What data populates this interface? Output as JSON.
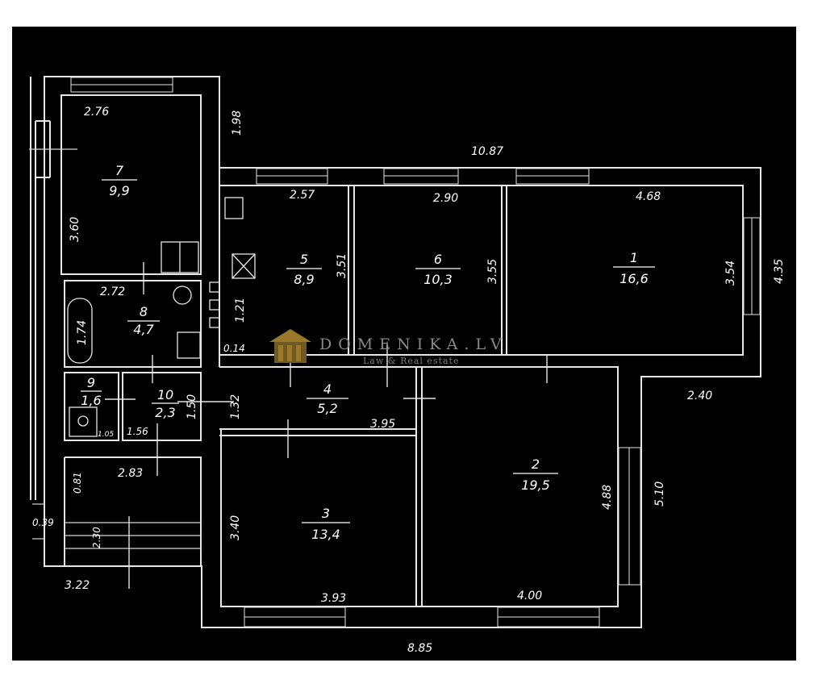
{
  "colors": {
    "background": "#000000",
    "lines": "#e6e6e6",
    "page": "#ffffff",
    "watermark": "#8a8a8a",
    "logo": "#9a7a2a"
  },
  "watermark": {
    "title": "DOMENIKA.LV",
    "subtitle": "Law & Real estate"
  },
  "rooms": [
    {
      "num": "1",
      "area": "16,6"
    },
    {
      "num": "2",
      "area": "19,5"
    },
    {
      "num": "3",
      "area": "13,4"
    },
    {
      "num": "4",
      "area": "5,2"
    },
    {
      "num": "5",
      "area": "8,9"
    },
    {
      "num": "6",
      "area": "10,3"
    },
    {
      "num": "7",
      "area": "9,9"
    },
    {
      "num": "8",
      "area": "4,7"
    },
    {
      "num": "9",
      "area": "1,6"
    },
    {
      "num": "10",
      "area": "2,3"
    }
  ],
  "dimensions": {
    "overall_top": "10.87",
    "overall_bottom": "8.85",
    "right_upper": "4.35",
    "right_lower": "5.10",
    "step_right": "2.40",
    "room1_width": "4.68",
    "room1_height": "3.54",
    "room6_width": "2.90",
    "room6_height": "3.55",
    "room5_width": "2.57",
    "room5_height": "3.51",
    "room7_width": "2.76",
    "room7_height": "3.60",
    "room7_right": "1.98",
    "room8_width": "2.72",
    "room8_height": "1.74",
    "vent_height": "1.21",
    "wall_small": "0.14",
    "room4_height": "1.32",
    "room4_width": "3.95",
    "room10_height": "1.50",
    "room10_width": "1.56",
    "room9_width": "1.05",
    "hall_width": "2.83",
    "hall_small": "0.81",
    "stair_height": "2.30",
    "entry_left": "0.39",
    "entry_width": "3.22",
    "room3_height": "3.40",
    "room3_width": "3.93",
    "room2_width": "4.00",
    "room2_height": "4.88"
  }
}
